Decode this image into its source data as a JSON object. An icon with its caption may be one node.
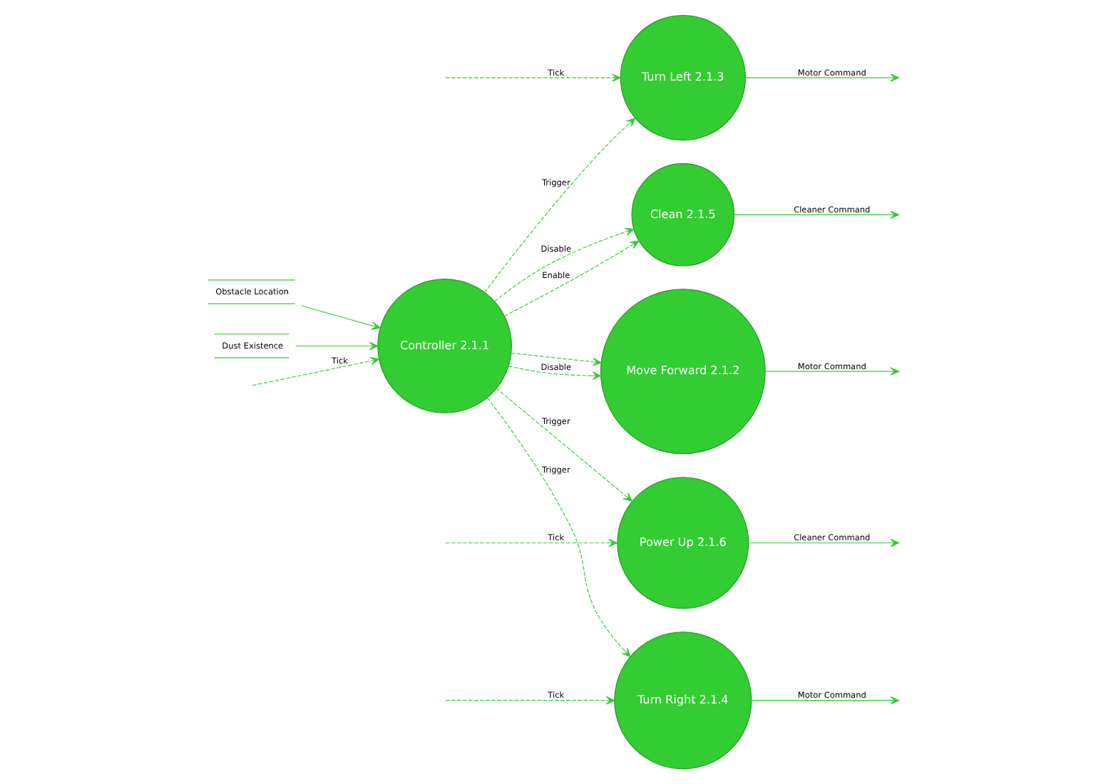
{
  "diagram": {
    "nodes": [
      {
        "text": [
          "Obstacle Location"
        ]
      },
      {
        "text": [
          "Dust Existence"
        ]
      },
      {
        "text": [
          "Controller 2.1.1"
        ]
      },
      {
        "text": [
          "Move Forward 2.1.2"
        ]
      },
      {
        "text": [
          "Turn Left 2.1.3"
        ]
      },
      {
        "text": [
          "Turn Right 2.1.4"
        ]
      },
      {
        "text": [
          "Clean 2.1.5"
        ]
      },
      {
        "text": [
          "Power Up 2.1.6"
        ]
      }
    ],
    "edges": [
      {
        "from": 0,
        "to": 2,
        "arrow": "to"
      },
      {
        "from": 1,
        "to": 2,
        "arrow": "to"
      },
      {
        "from": null,
        "to": 2,
        "arrow": "to",
        "label": "Tick",
        "style": "dashed"
      },
      {
        "from": 2,
        "to": 3,
        "arrow": "to",
        "style": "dashed"
      },
      {
        "from": 2,
        "to": 3,
        "arrow": "to",
        "label": "Disable",
        "style": "dashed"
      },
      {
        "from": 3,
        "to": null,
        "arrow": "to",
        "label": "Motor Command"
      },
      {
        "from": 2,
        "to": 4,
        "arrow": "to",
        "label": "Trigger",
        "style": "dashed"
      },
      {
        "from": null,
        "to": 4,
        "arrow": "to",
        "label": "Tick",
        "style": "dashed"
      },
      {
        "from": 4,
        "to": null,
        "arrow": "to",
        "label": "Motor Command"
      },
      {
        "from": 2,
        "to": 5,
        "arrow": "to",
        "label": "Trigger",
        "style": "dashed"
      },
      {
        "from": null,
        "to": 5,
        "arrow": "to",
        "label": "Tick",
        "style": "dashed"
      },
      {
        "from": 5,
        "to": null,
        "arrow": "to",
        "label": "Motor Command"
      },
      {
        "from": 2,
        "to": 6,
        "arrow": "to",
        "label": "Enable",
        "style": "dashed"
      },
      {
        "from": 2,
        "to": 6,
        "arrow": "to",
        "label": "Disable",
        "style": "dashed"
      },
      {
        "from": 6,
        "to": null,
        "arrow": "to",
        "label": "Cleaner Command"
      },
      {
        "from": 2,
        "to": 7,
        "arrow": "to",
        "label": "Trigger",
        "style": "dashed"
      },
      {
        "from": null,
        "to": 7,
        "arrow": "to",
        "label": "Tick",
        "style": "dashed"
      },
      {
        "from": 7,
        "to": null,
        "arrow": "to",
        "label": "Cleaner Command"
      }
    ]
  }
}
